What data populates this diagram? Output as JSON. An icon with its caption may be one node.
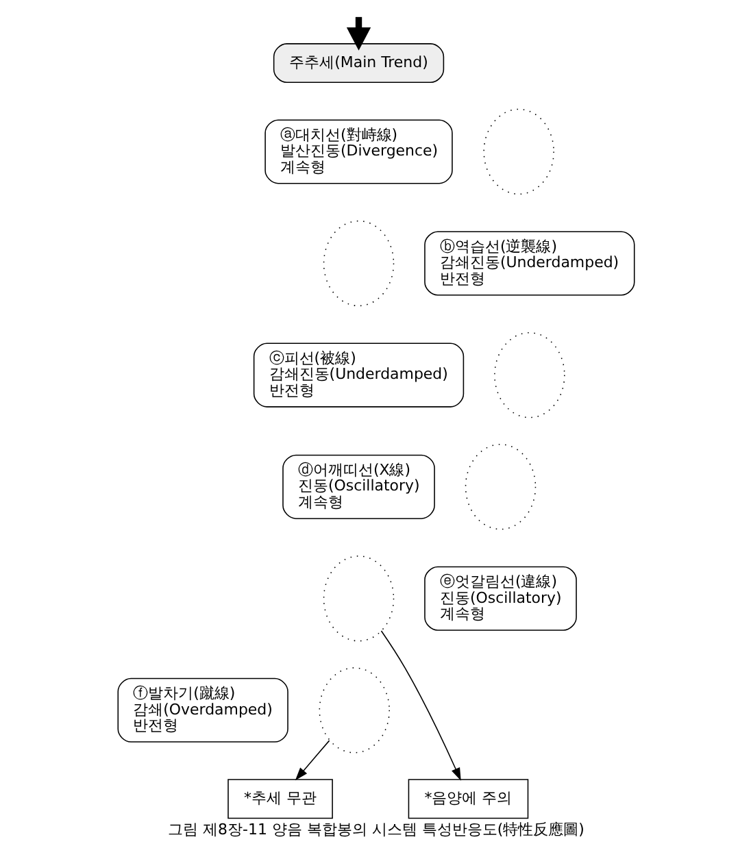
{
  "diagram": {
    "caption": "그림 제8장-11 양음 복합봉의 시스템 특성반응도(特性反應圖)",
    "nodes": [
      {
        "text": [
          "주추세(Main Trend)"
        ]
      },
      {
        "text": [
          "ⓐ대치선(對峙線)",
          "발산진동(Divergence)",
          "계속형"
        ]
      },
      {
        "text": [],
        "shape": "circle"
      },
      {
        "text": [],
        "shape": "circle"
      },
      {
        "text": [
          "ⓑ역습선(逆襲線)",
          "감쇄진동(Underdamped)",
          "반전형"
        ]
      },
      {
        "text": [
          "ⓒ피선(被線)",
          "감쇄진동(Underdamped)",
          "반전형"
        ]
      },
      {
        "text": [],
        "shape": "circle"
      },
      {
        "text": [
          "ⓓ어깨띠선(X線)",
          "진동(Oscillatory)",
          "계속형"
        ]
      },
      {
        "text": [],
        "shape": "circle"
      },
      {
        "text": [],
        "shape": "circle"
      },
      {
        "text": [
          "ⓔ엇갈림선(違線)",
          "진동(Oscillatory)",
          "계속형"
        ]
      },
      {
        "text": [
          "ⓕ발차기(蹴線)",
          "감쇄(Overdamped)",
          "반전형"
        ]
      },
      {
        "text": [],
        "shape": "circle"
      },
      {
        "text": [
          "*추세 무관"
        ]
      },
      {
        "text": [
          "*음양에 주의"
        ]
      }
    ],
    "edges": [
      {
        "from": null,
        "to": 0,
        "arrow": "to",
        "style": "thick"
      },
      {
        "from": 12,
        "to": 13,
        "arrow": "to"
      },
      {
        "from": 9,
        "to": 14,
        "arrow": "to"
      }
    ]
  }
}
